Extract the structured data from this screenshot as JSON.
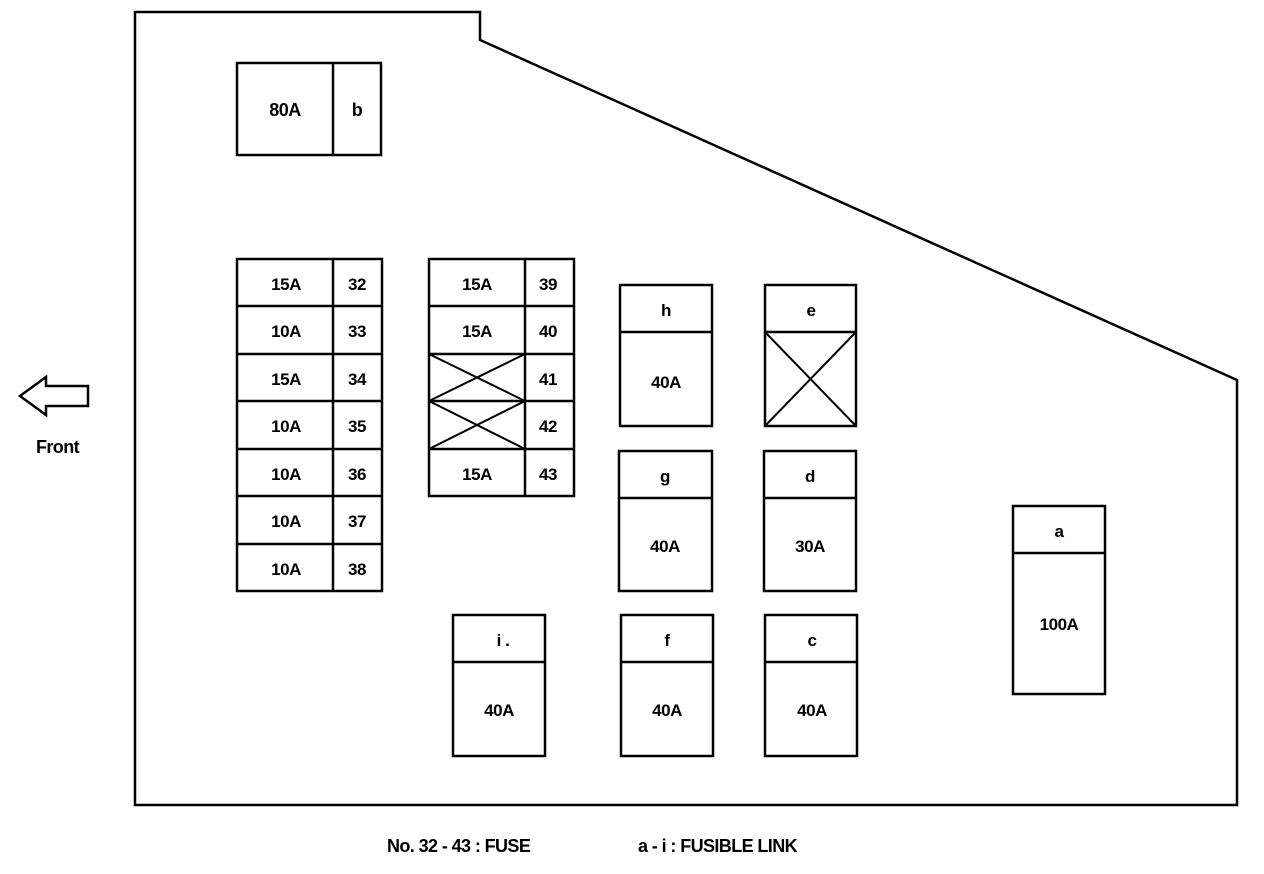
{
  "front_label": "Front",
  "legend": {
    "fuse": "No. 32 - 43 : FUSE",
    "fusible_link": "a - i : FUSIBLE LINK"
  },
  "fuse_block_left": [
    {
      "amp": "15A",
      "no": "32"
    },
    {
      "amp": "10A",
      "no": "33"
    },
    {
      "amp": "15A",
      "no": "34"
    },
    {
      "amp": "10A",
      "no": "35"
    },
    {
      "amp": "10A",
      "no": "36"
    },
    {
      "amp": "10A",
      "no": "37"
    },
    {
      "amp": "10A",
      "no": "38"
    }
  ],
  "fuse_block_right": [
    {
      "amp": "15A",
      "no": "39"
    },
    {
      "amp": "15A",
      "no": "40"
    },
    {
      "amp": "",
      "no": "41"
    },
    {
      "amp": "",
      "no": "42"
    },
    {
      "amp": "15A",
      "no": "43"
    }
  ],
  "link_b": {
    "amp": "80A",
    "id": "b"
  },
  "links": {
    "h": {
      "id": "h",
      "amp": "40A"
    },
    "e": {
      "id": "e",
      "amp": ""
    },
    "g": {
      "id": "g",
      "amp": "40A"
    },
    "d": {
      "id": "d",
      "amp": "30A"
    },
    "i": {
      "id": "i .",
      "amp": "40A"
    },
    "f": {
      "id": "f",
      "amp": "40A"
    },
    "c": {
      "id": "c",
      "amp": "40A"
    },
    "a": {
      "id": "a",
      "amp": "100A"
    }
  }
}
